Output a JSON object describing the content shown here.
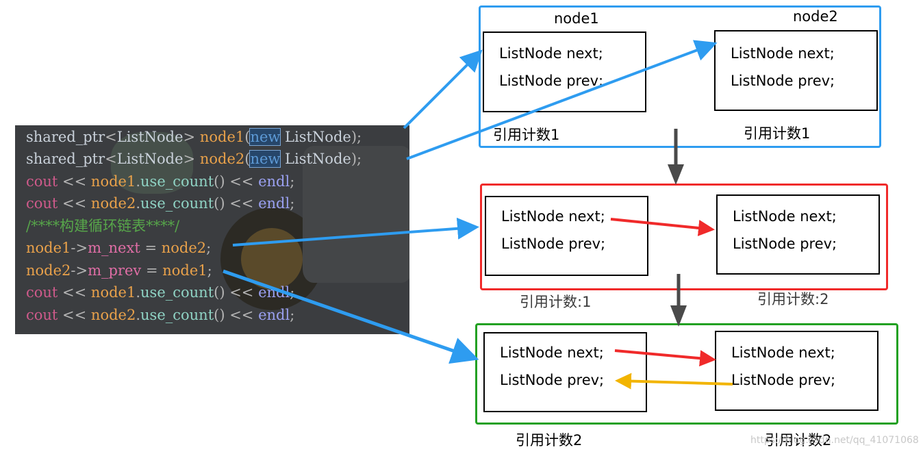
{
  "code": {
    "lines": [
      [
        [
          "shared_ptr",
          "type"
        ],
        [
          "<",
          "punct"
        ],
        [
          "ListNode",
          "type"
        ],
        [
          "> ",
          "punct"
        ],
        [
          "node1",
          "var"
        ],
        [
          "(",
          "punct"
        ],
        [
          "new",
          "new"
        ],
        [
          " ListNode",
          "type"
        ],
        [
          ");",
          "punct"
        ]
      ],
      [
        [
          "shared_ptr",
          "type"
        ],
        [
          "<",
          "punct"
        ],
        [
          "ListNode",
          "type"
        ],
        [
          "> ",
          "punct"
        ],
        [
          "node2",
          "var"
        ],
        [
          "(",
          "punct"
        ],
        [
          "new",
          "new"
        ],
        [
          " ListNode",
          "type"
        ],
        [
          ");",
          "punct"
        ]
      ],
      [
        [
          "cout",
          "cout"
        ],
        [
          " << ",
          "op"
        ],
        [
          "node1",
          "var"
        ],
        [
          ".",
          "punct"
        ],
        [
          "use_count",
          "func"
        ],
        [
          "()",
          "punct"
        ],
        [
          " << ",
          "op"
        ],
        [
          "endl",
          "endl"
        ],
        [
          ";",
          "punct"
        ]
      ],
      [
        [
          "cout",
          "cout"
        ],
        [
          " << ",
          "op"
        ],
        [
          "node2",
          "var"
        ],
        [
          ".",
          "punct"
        ],
        [
          "use_count",
          "func"
        ],
        [
          "()",
          "punct"
        ],
        [
          " << ",
          "op"
        ],
        [
          "endl",
          "endl"
        ],
        [
          ";",
          "punct"
        ]
      ],
      [
        [
          "/****构建循环链表****/",
          "comment"
        ]
      ],
      [
        [
          "node1",
          "var"
        ],
        [
          "->",
          "punct"
        ],
        [
          "m_next",
          "member"
        ],
        [
          " = ",
          "op"
        ],
        [
          "node2",
          "var"
        ],
        [
          ";",
          "punct"
        ]
      ],
      [
        [
          "node2",
          "var"
        ],
        [
          "->",
          "punct"
        ],
        [
          "m_prev",
          "member"
        ],
        [
          " = ",
          "op"
        ],
        [
          "node1",
          "var"
        ],
        [
          ";",
          "punct"
        ]
      ],
      [
        [
          "cout",
          "cout"
        ],
        [
          " << ",
          "op"
        ],
        [
          "node1",
          "var"
        ],
        [
          ".",
          "punct"
        ],
        [
          "use_count",
          "func"
        ],
        [
          "()",
          "punct"
        ],
        [
          " << ",
          "op"
        ],
        [
          "endl",
          "endl"
        ],
        [
          ";",
          "punct"
        ]
      ],
      [
        [
          "cout",
          "cout"
        ],
        [
          " << ",
          "op"
        ],
        [
          "node2",
          "var"
        ],
        [
          ".",
          "punct"
        ],
        [
          "use_count",
          "func"
        ],
        [
          "()",
          "punct"
        ],
        [
          " << ",
          "op"
        ],
        [
          "endl",
          "endl"
        ],
        [
          ";",
          "punct"
        ]
      ]
    ]
  },
  "stage1": {
    "node1_title": "node1",
    "node2_title": "node2",
    "node1_next": "ListNode next;",
    "node1_prev": "ListNode prev;",
    "node2_next": "ListNode next;",
    "node2_prev": "ListNode prev;",
    "node1_count": "引用计数1",
    "node2_count": "引用计数1"
  },
  "stage2": {
    "node1_next": "ListNode next;",
    "node1_prev": "ListNode prev;",
    "node2_next": "ListNode next;",
    "node2_prev": "ListNode prev;",
    "node1_count": "引用计数:1",
    "node2_count": "引用计数:2"
  },
  "stage3": {
    "node1_next": "ListNode next;",
    "node1_prev": "ListNode prev;",
    "node2_next": "ListNode next;",
    "node2_prev": "ListNode prev;",
    "node1_count": "引用计数2",
    "node2_count": "引用计数2"
  },
  "watermark": "https://blog.csdn.net/qq_41071068",
  "colors": {
    "blue_frame": "#2e9cf0",
    "red_frame": "#f02a2a",
    "green_frame": "#22a022",
    "next_arrow": "#f02a2a",
    "prev_arrow": "#f2b400",
    "pointer_arrow": "#2e9cf0",
    "stage_arrow": "#4a4a4a"
  }
}
